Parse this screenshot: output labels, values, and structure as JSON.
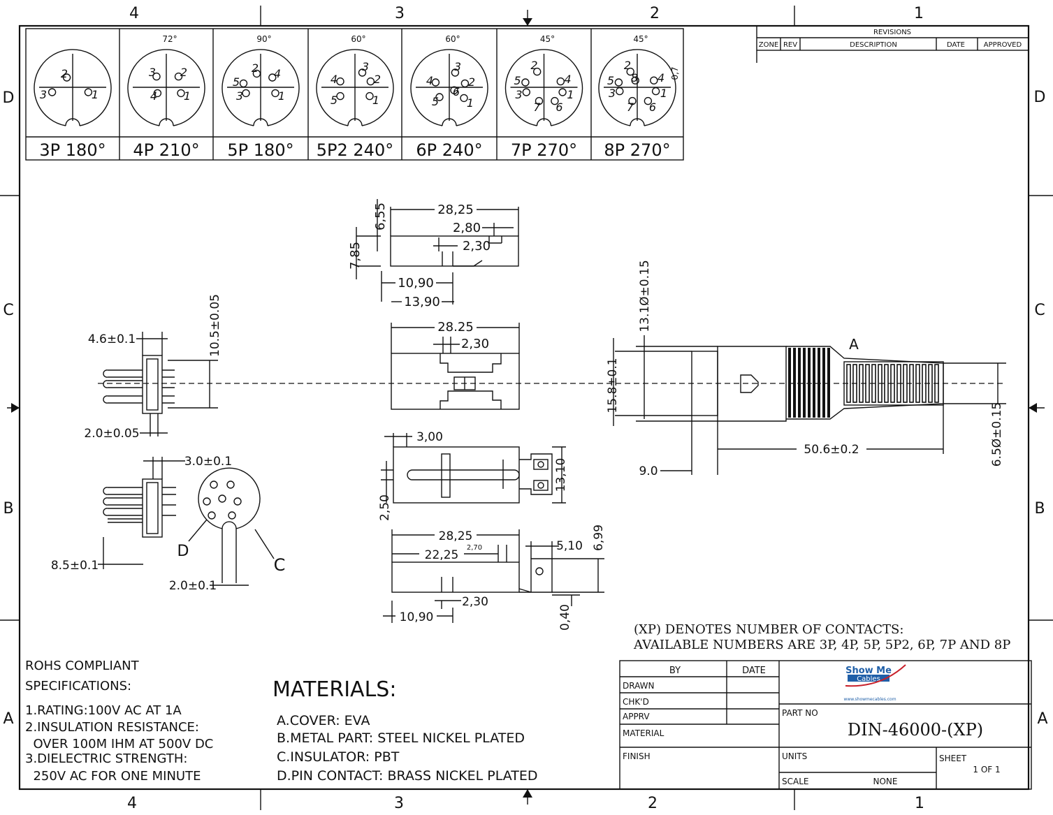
{
  "frame": {
    "col_top": [
      "4",
      "3",
      "2",
      "1"
    ],
    "col_bottom": [
      "4",
      "3",
      "2",
      "1"
    ],
    "row_left": [
      "D",
      "C",
      "B",
      "A"
    ],
    "row_right": [
      "D",
      "C",
      "B",
      "A"
    ]
  },
  "revisions": {
    "title": "REVISIONS",
    "headers": [
      "ZONE",
      "REV",
      "DESCRIPTION",
      "DATE",
      "APPROVED"
    ]
  },
  "pin_layouts": [
    {
      "label": "3P  180°",
      "angle": "",
      "pins": [
        "2",
        "3",
        "1"
      ]
    },
    {
      "label": "4P  210°",
      "angle": "72°",
      "pins": [
        "3",
        "2",
        "4",
        "1"
      ]
    },
    {
      "label": "5P  180°",
      "angle": "90°",
      "pins": [
        "2",
        "5",
        "4",
        "3",
        "1"
      ]
    },
    {
      "label": "5P2 240°",
      "angle": "60°",
      "pins": [
        "3",
        "4",
        "2",
        "5",
        "1"
      ]
    },
    {
      "label": "6P  240°",
      "angle": "60°",
      "pins": [
        "3",
        "4",
        "2",
        "6",
        "5",
        "1"
      ]
    },
    {
      "label": "7P  270°",
      "angle": "45°",
      "pins": [
        "2",
        "5",
        "4",
        "3",
        "1",
        "7",
        "6"
      ]
    },
    {
      "label": "8P  270°",
      "angle": "45°",
      "pins": [
        "2",
        "5",
        "8",
        "4",
        "3",
        "1",
        "7",
        "6"
      ],
      "extra": "0,7"
    }
  ],
  "dims": {
    "top_view": [
      "28,25",
      "2,80",
      "2,30",
      "6,55",
      "7,85",
      "10,90",
      "13,90"
    ],
    "mid_view": [
      "28.25",
      "2,30"
    ],
    "pin_side": [
      "4.6±0.1",
      "10.5±0.05",
      "2.0±0.05"
    ],
    "plug": [
      "13.1Ø±0.15",
      "15.8±0.1",
      "6.5Ø±0.15",
      "50.6±0.2",
      "9.0",
      "A"
    ],
    "insert_view": [
      "3,00",
      "2,50",
      "13,10"
    ],
    "bottom_view": [
      "28,25",
      "22,25",
      "2,70",
      "5,10",
      "6,99",
      "2,30",
      "10,90",
      "0,40"
    ],
    "pin_end": [
      "3.0±0.1",
      "8.5±0.1",
      "2.0±0.1",
      "D",
      "C"
    ]
  },
  "notes": {
    "line1": "(XP) DENOTES NUMBER OF CONTACTS:",
    "line2": "AVAILABLE NUMBERS ARE 3P, 4P, 5P, 5P2, 6P, 7P AND 8P"
  },
  "specs": {
    "lines": [
      "ROHS COMPLIANT",
      "SPECIFICATIONS:",
      "1.RATING:100V AC AT 1A",
      "2.INSULATION RESISTANCE:",
      "  OVER 100M IHM AT 500V DC",
      "3.DIELECTRIC STRENGTH:",
      "  250V AC FOR ONE MINUTE"
    ]
  },
  "materials": {
    "title": "MATERIALS:",
    "lines": [
      "A.COVER: EVA",
      "B.METAL PART: STEEL NICKEL PLATED",
      "C.INSULATOR: PBT",
      "D.PIN CONTACT: BRASS NICKEL PLATED"
    ]
  },
  "title_block": {
    "by": "BY",
    "date": "DATE",
    "rows": [
      "DRAWN",
      "CHK'D",
      "APPRV",
      "MATERIAL",
      "FINISH"
    ],
    "logo_line1": "Show Me",
    "logo_line2": "Cables",
    "logo_url": "www.showmecables.com",
    "part_no_label": "PART NO",
    "part_no": "DIN-46000-(XP)",
    "units_label": "UNITS",
    "sheet_label": "SHEET",
    "sheet_value": "1 OF 1",
    "scale_label": "SCALE",
    "scale_value": "NONE"
  },
  "colors": {
    "ink": "#111111",
    "logo_blue": "#1f5fa8",
    "logo_red": "#c8202a"
  }
}
